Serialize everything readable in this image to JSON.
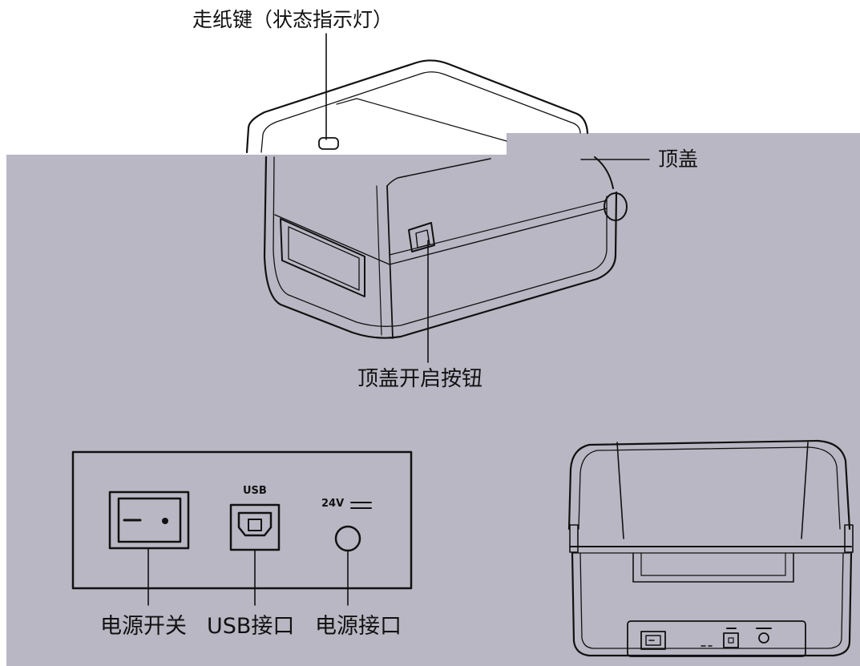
{
  "colors": {
    "panel": "#bab7c4",
    "paper": "#ffffff",
    "ink": "#111111"
  },
  "labels": {
    "feed_key": "走纸键（状态指示灯）",
    "top_cover": "顶盖",
    "cover_open_button": "顶盖开启按钮",
    "power_switch": "电源开关",
    "usb_port": "USB接口",
    "power_port": "电源接口"
  },
  "panel_markings": {
    "usb": "USB",
    "voltage": "24V"
  },
  "icons": [
    "printer-front-icon",
    "printer-rear-icon",
    "rocker-switch-icon",
    "usb-b-port-icon",
    "dc-power-jack-icon"
  ]
}
